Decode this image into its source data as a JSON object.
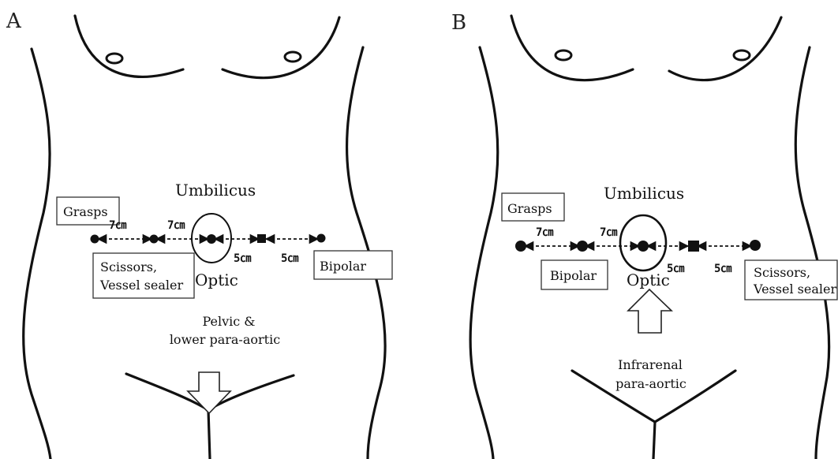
{
  "panelA": {
    "letter": "A",
    "umbilicus": "Umbilicus",
    "optic": "Optic",
    "grasps": "Grasps",
    "scissors_line1": "Scissors,",
    "scissors_line2": "Vessel sealer",
    "bipolar": "Bipolar",
    "dist_7a": "7㎝",
    "dist_7b": "7㎝",
    "dist_5a": "5㎝",
    "dist_5b": "5㎝",
    "target_line1": "Pelvic &",
    "target_line2": "lower para-aortic"
  },
  "panelB": {
    "letter": "B",
    "umbilicus": "Umbilicus",
    "optic": "Optic",
    "grasps": "Grasps",
    "bipolar": "Bipolar",
    "scissors_line1": "Scissors,",
    "scissors_line2": "Vessel sealer",
    "dist_7a": "7㎝",
    "dist_7b": "7㎝",
    "dist_5a": "5㎝",
    "dist_5b": "5㎝",
    "target_line1": "Infrarenal",
    "target_line2": "para-aortic"
  }
}
